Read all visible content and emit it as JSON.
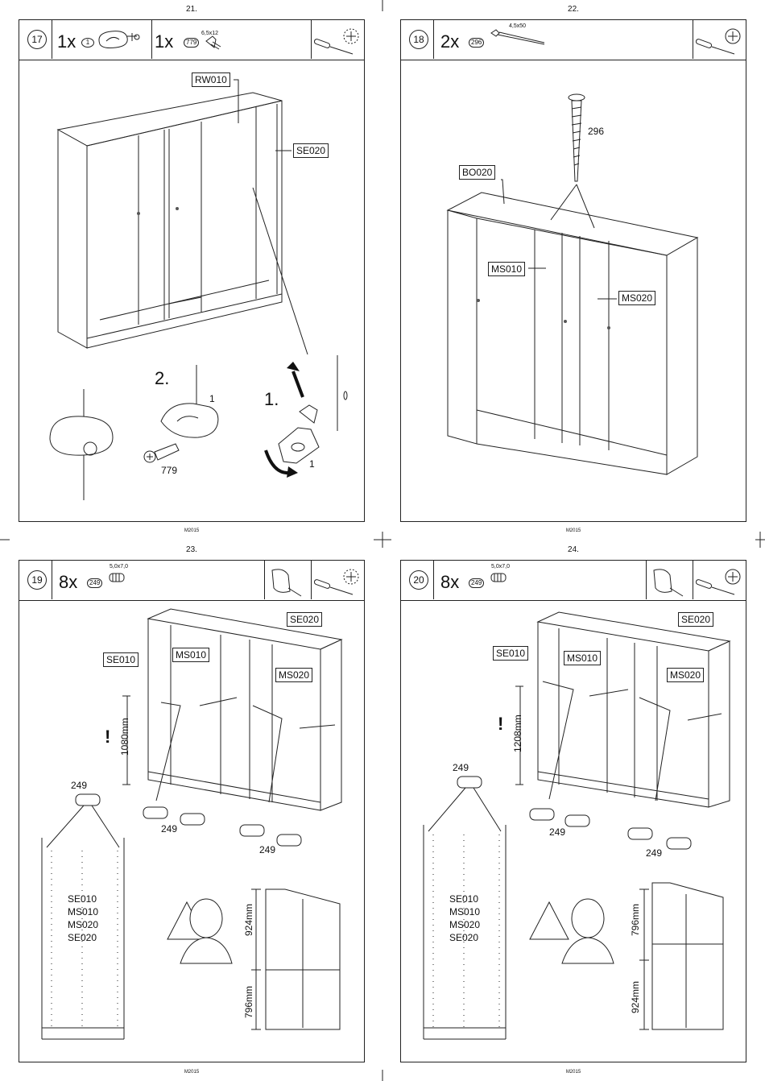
{
  "page_numbers": [
    "21.",
    "22.",
    "23.",
    "24."
  ],
  "footer_code": "M2015",
  "steps": [
    {
      "step": "17",
      "parts": [
        {
          "qty": "1x",
          "part": "1",
          "spec": ""
        },
        {
          "qty": "1x",
          "part": "779",
          "spec": "6,5x12"
        }
      ],
      "labels": [
        "RW010",
        "SE020"
      ],
      "callouts": {
        "stage2": "2.",
        "stage1": "1.",
        "one_a": "1",
        "one_b": "1",
        "screw": "779"
      }
    },
    {
      "step": "18",
      "parts": [
        {
          "qty": "2x",
          "part": "296",
          "spec": "4,5x50"
        }
      ],
      "labels": [
        "BO020",
        "MS010",
        "MS020"
      ],
      "callouts": {
        "screw": "296"
      }
    },
    {
      "step": "19",
      "parts": [
        {
          "qty": "8x",
          "part": "249",
          "spec": "5,0x7,0"
        }
      ],
      "labels": [
        "SE020",
        "SE010",
        "MS010",
        "MS020"
      ],
      "callouts": {
        "part": "249",
        "warn": "!",
        "height": "1080mm",
        "upper": "924mm",
        "lower": "796mm"
      },
      "panel_list": [
        "SE010",
        "MS010",
        "MS020",
        "SE020"
      ]
    },
    {
      "step": "20",
      "parts": [
        {
          "qty": "8x",
          "part": "249",
          "spec": "5,0x7,0"
        }
      ],
      "labels": [
        "SE020",
        "SE010",
        "MS010",
        "MS020"
      ],
      "callouts": {
        "part": "249",
        "warn": "!",
        "height": "1208mm",
        "upper": "796mm",
        "lower": "924mm"
      },
      "panel_list": [
        "SE010",
        "MS010",
        "MS020",
        "SE020"
      ]
    }
  ],
  "icons": [
    "screwdriver-icon",
    "phillips-head-icon",
    "hammer-tool-icon",
    "warning-triangle-icon",
    "assembler-mascot"
  ]
}
